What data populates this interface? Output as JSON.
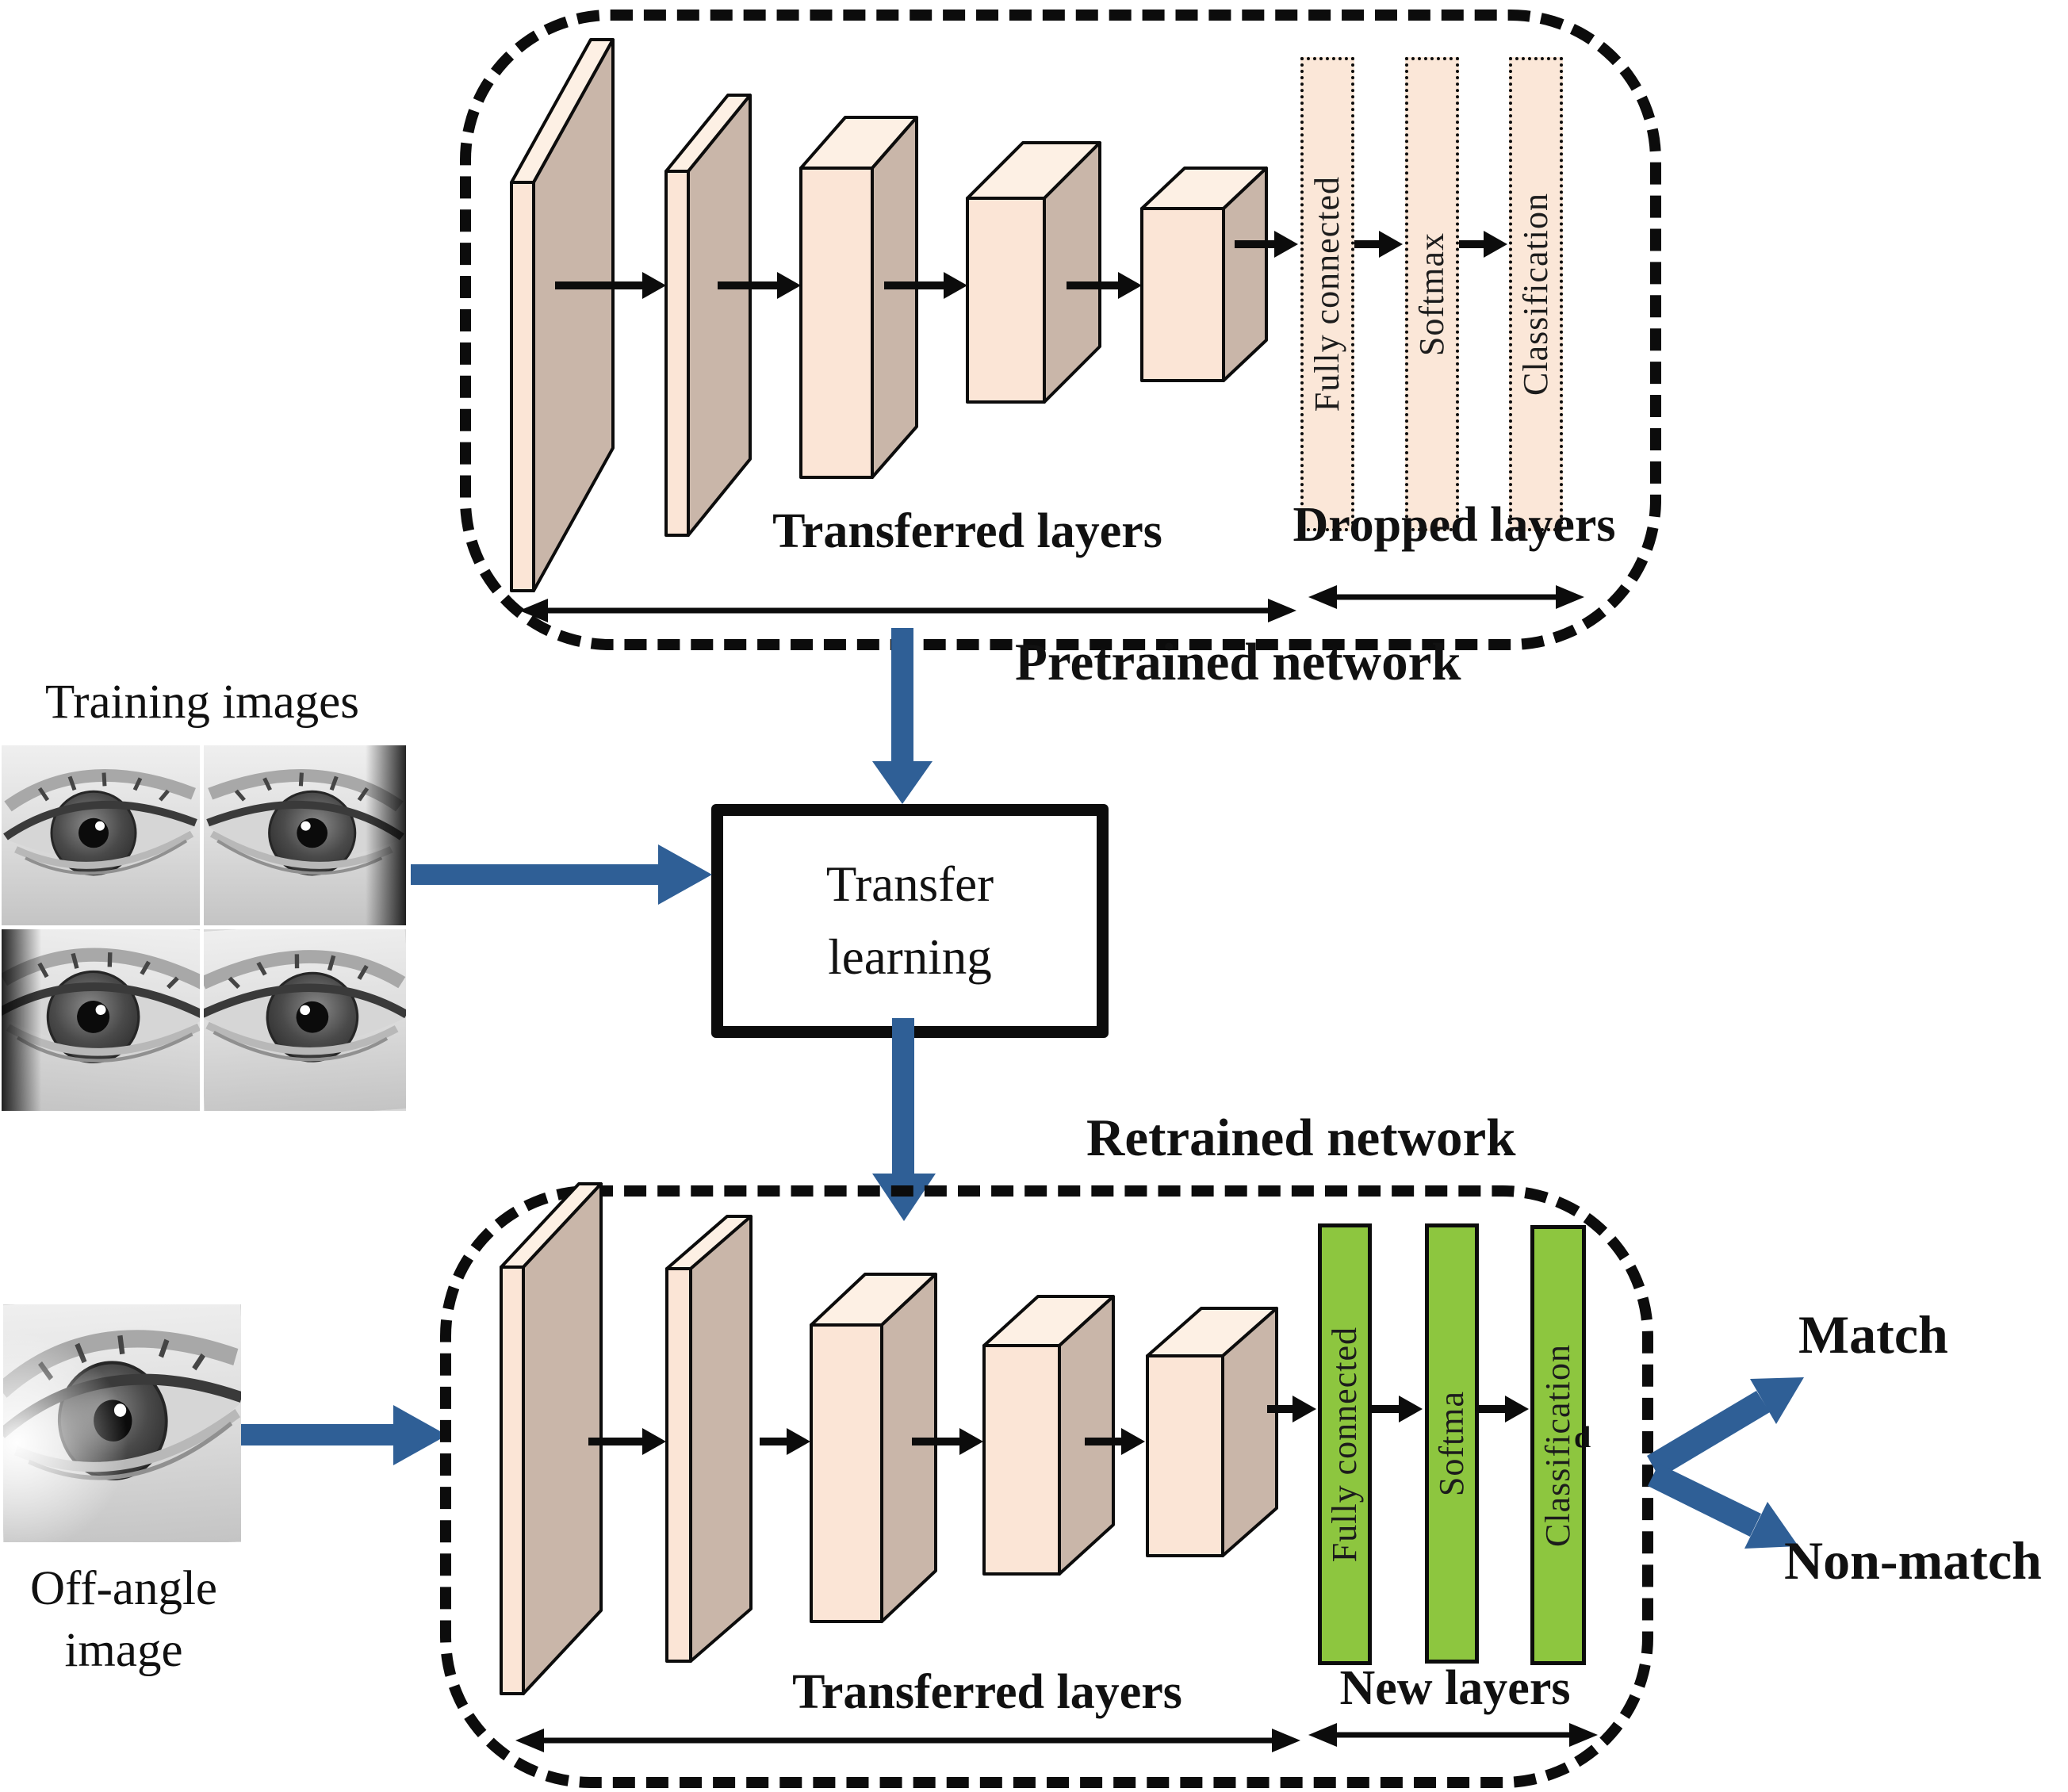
{
  "colors": {
    "blue": "#2f5f96",
    "peach_front": "#fbe5d6",
    "peach_side": "#c9b6a9",
    "peach_top": "#fdf0e4",
    "green": "#8dc63f",
    "bar_fill": "#fbe7d8",
    "outline": "#0c0c0c"
  },
  "pretrained_network": {
    "title": "Pretrained network",
    "transferred_layers_label": "Transferred layers",
    "dropped_layers_label": "Dropped layers",
    "layers": {
      "fully_connected": "Fully connected",
      "softmax": "Softmax",
      "classification": "Classification"
    }
  },
  "transfer_learning_box": {
    "line1": "Transfer",
    "line2": "learning"
  },
  "training_images": {
    "title": "Training images"
  },
  "off_angle_image": {
    "label_line1": "Off-angle",
    "label_line2": "image"
  },
  "retrained_network": {
    "title": "Retrained network",
    "transferred_layers_label": "Transferred layers",
    "new_layers_label": "New layers",
    "layers": {
      "fully_connected": "Fully connected",
      "softmax": "Softma",
      "classification": "Classification"
    },
    "stray_text": "d"
  },
  "outputs": {
    "match": "Match",
    "non_match": "Non-match"
  }
}
